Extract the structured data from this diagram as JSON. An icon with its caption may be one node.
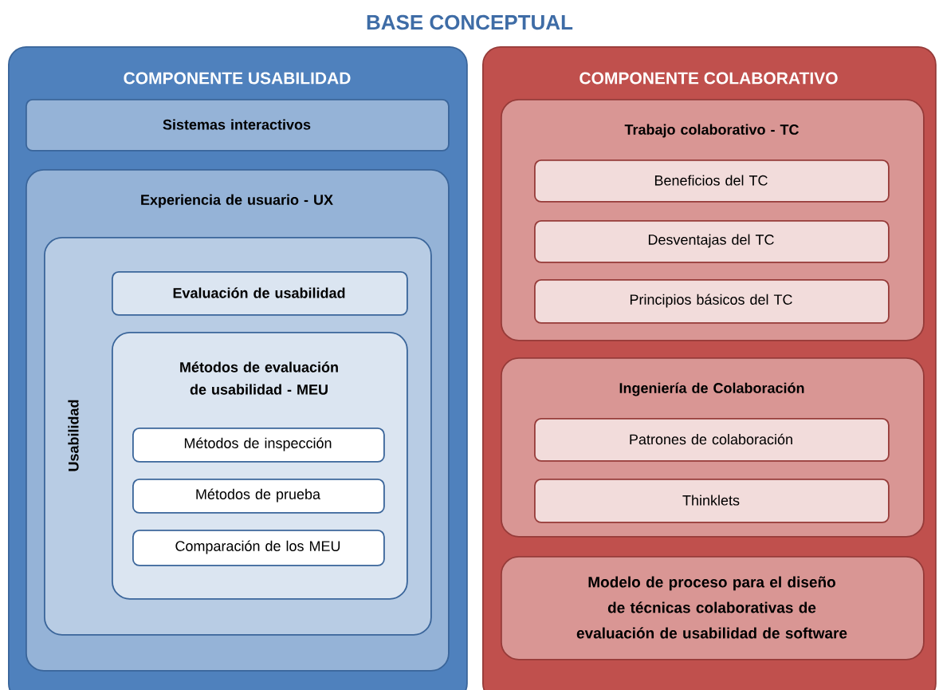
{
  "diagram": {
    "title": "BASE CONCEPTUAL",
    "nodes": [
      {
        "text": [
          "COMPONENTE USABILIDAD"
        ]
      },
      {
        "text": [
          "Sistemas interactivos"
        ],
        "in": 0
      },
      {
        "text": [
          "Experiencia de usuario - UX"
        ],
        "in": 0
      },
      {
        "text": [
          "Usabilidad"
        ],
        "in": 2
      },
      {
        "text": [
          "Evaluación de usabilidad"
        ],
        "in": 3
      },
      {
        "text": [
          "Métodos de evaluación de usabilidad - MEU"
        ],
        "in": 3
      },
      {
        "text": [
          "Métodos de inspección"
        ],
        "in": 5
      },
      {
        "text": [
          "Métodos de prueba"
        ],
        "in": 5
      },
      {
        "text": [
          "Comparación de los MEU"
        ],
        "in": 5
      },
      {
        "text": [
          "COMPONENTE COLABORATIVO"
        ]
      },
      {
        "text": [
          "Trabajo colaborativo - TC"
        ],
        "in": 9
      },
      {
        "text": [
          "Beneficios del TC"
        ],
        "in": 10
      },
      {
        "text": [
          "Desventajas del TC"
        ],
        "in": 10
      },
      {
        "text": [
          "Principios básicos del TC"
        ],
        "in": 10
      },
      {
        "text": [
          "Ingeniería de Colaboración"
        ],
        "in": 9
      },
      {
        "text": [
          "Patrones de colaboración"
        ],
        "in": 14
      },
      {
        "text": [
          "Thinklets"
        ],
        "in": 14
      },
      {
        "text": [
          "Modelo de proceso para el diseño de técnicas colaborativas de evaluación de usabilidad de software"
        ],
        "in": 9
      }
    ]
  }
}
